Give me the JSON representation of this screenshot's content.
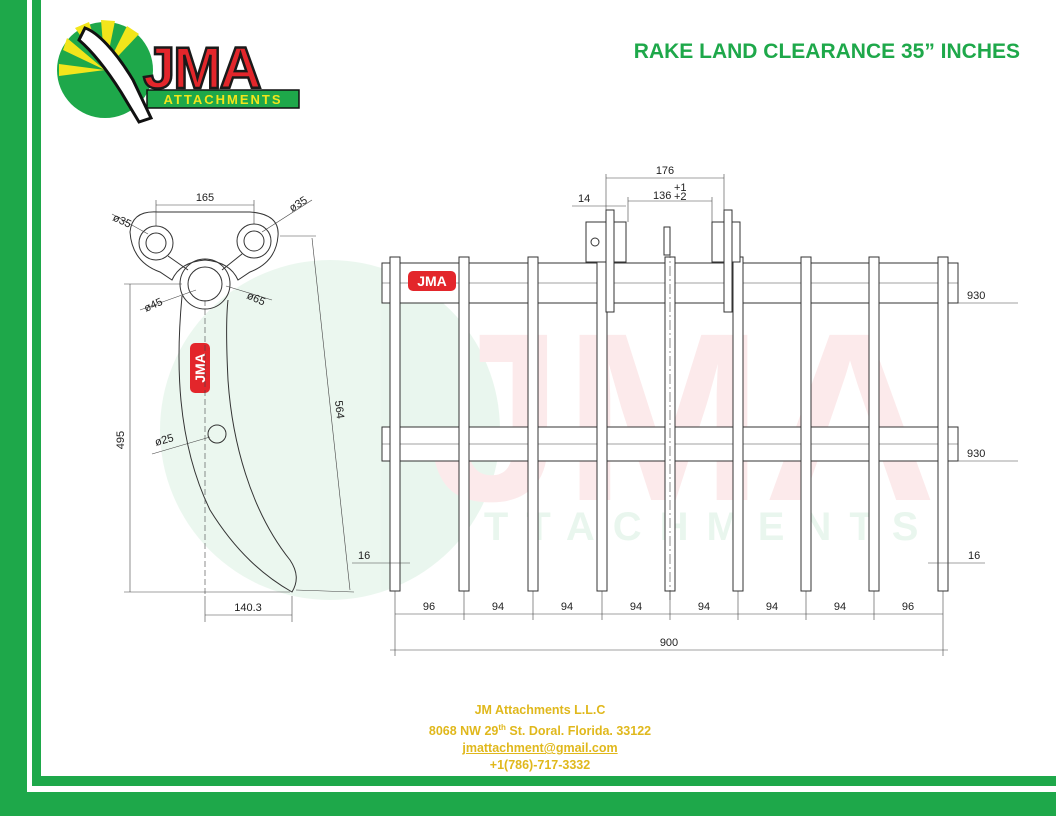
{
  "title": "RAKE LAND CLEARANCE 35” INCHES",
  "logo": {
    "brand": "JMA",
    "subtitle": "ATTACHMENTS",
    "colors": {
      "green": "#1ea84a",
      "red": "#e3262b",
      "yellow": "#f2e51b"
    }
  },
  "ripper_badge": "JMA",
  "rake_badge": "JMA",
  "dimensions": {
    "ripper": {
      "pin_spacing": "165",
      "pin_left_dia": "ø35",
      "pin_right_dia": "ø35",
      "center_hole_dia": "ø45",
      "boss_dia": "ø65",
      "small_hole_dia": "ø25",
      "height": "495",
      "length": "564",
      "tip_offset": "140.3"
    },
    "rake": {
      "bracket_outer": "176",
      "bracket_inner": "136",
      "tol_upper": "+1",
      "tol_lower": "+2",
      "bracket_plate": "14",
      "bar_top": "930",
      "bar_bottom": "930",
      "edge_left": "16",
      "edge_right": "16",
      "spacing": [
        "96",
        "94",
        "94",
        "94",
        "94",
        "94",
        "94",
        "96"
      ],
      "total_width": "900"
    }
  },
  "footer": {
    "company": "JM Attachments L.L.C",
    "address_prefix": "8068 NW 29",
    "address_sup": "th",
    "address_suffix": " St. Doral. Florida. 33122",
    "email": "jmattachment@gmail.com",
    "phone": "+1(786)-717-3332"
  }
}
